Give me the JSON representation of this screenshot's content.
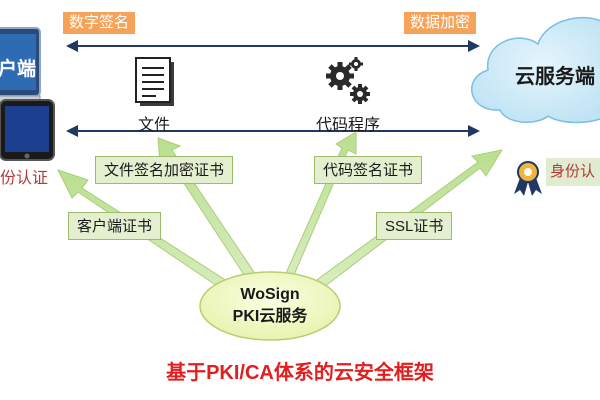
{
  "top_left_label": "数字签名",
  "top_right_label": "数据加密",
  "client": {
    "screen_text": "户端",
    "auth_label": "份认证"
  },
  "cloud": {
    "title": "云服务端",
    "auth_label": "身份认"
  },
  "items": {
    "document": "文件",
    "code": "代码程序"
  },
  "certificates": {
    "file_sign_encrypt": "文件签名加密证书",
    "code_sign": "代码签名证书",
    "client": "客户端证书",
    "ssl": "SSL证书"
  },
  "hub": {
    "line1": "WoSign",
    "line2": "PKI云服务"
  },
  "footer": "基于PKI/CA体系的云安全框架",
  "colors": {
    "orange": "#f5a35a",
    "green_fill": "#e3efcf",
    "hub_fill": "#f1f9c9",
    "navy_line": "#1f3864",
    "footer_red": "#e21e1e",
    "cloud_blue": "#cfe9f6"
  }
}
